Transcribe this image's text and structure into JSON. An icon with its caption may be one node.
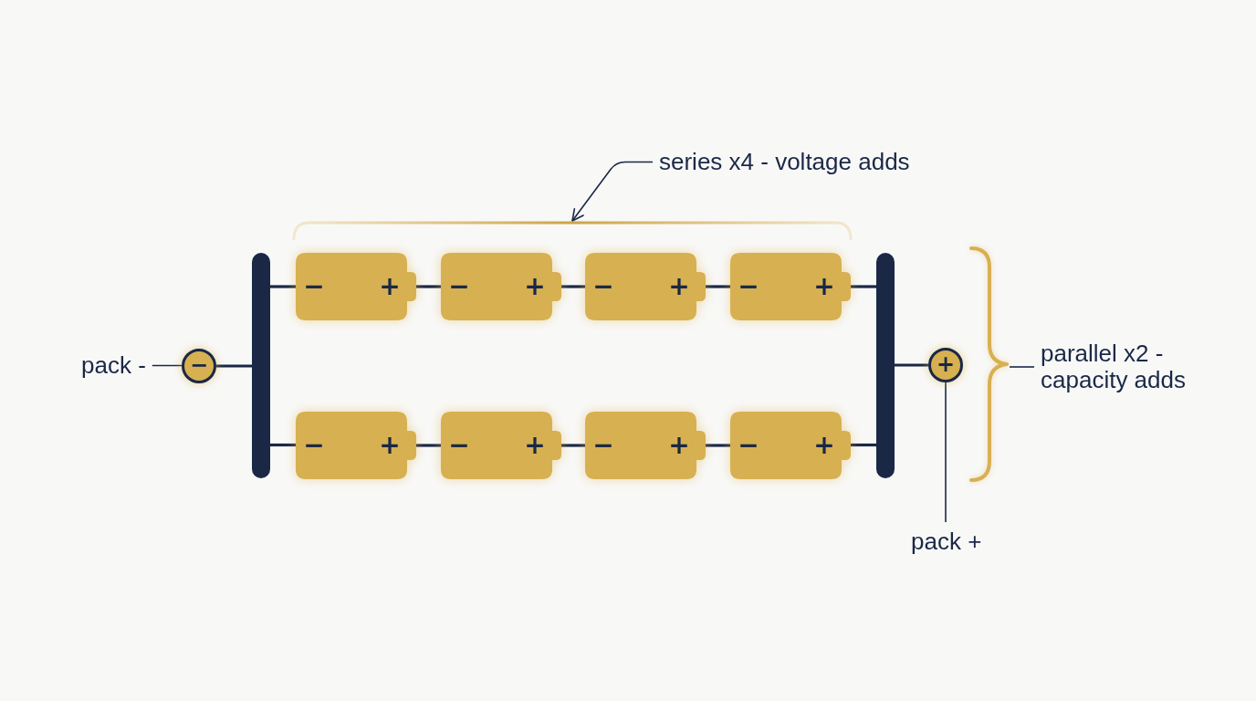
{
  "diagram": {
    "nodes": [
      {
        "text": [
          "series x4 - voltage adds"
        ]
      },
      {
        "text": [],
        "shape": "bracket"
      },
      {
        "text": [],
        "shape": "bar"
      },
      {
        "text": [
          "−",
          "+"
        ]
      },
      {
        "text": [
          "−",
          "+"
        ]
      },
      {
        "text": [
          "−",
          "+"
        ]
      },
      {
        "text": [
          "−",
          "+"
        ]
      },
      {
        "text": [],
        "shape": "bar"
      },
      {
        "text": [
          "pack -"
        ]
      },
      {
        "text": [
          "−"
        ]
      },
      {
        "text": [
          "+"
        ]
      },
      {
        "text": [
          "parallel x2 - capacity adds"
        ]
      },
      {
        "text": [],
        "shape": "brace"
      },
      {
        "text": [
          "−",
          "+"
        ]
      },
      {
        "text": [
          "−",
          "+"
        ]
      },
      {
        "text": [
          "−",
          "+"
        ]
      },
      {
        "text": [
          "−",
          "+"
        ]
      },
      {
        "text": [
          "pack +"
        ]
      }
    ],
    "edges": [
      {
        "from": 0,
        "to": 1,
        "arrow": "to"
      },
      {
        "from": 8,
        "to": 9,
        "arrow": "none"
      },
      {
        "from": 9,
        "to": 2,
        "arrow": "none"
      },
      {
        "from": 2,
        "to": 3,
        "arrow": "none"
      },
      {
        "from": 3,
        "to": 4,
        "arrow": "none"
      },
      {
        "from": 4,
        "to": 5,
        "arrow": "none"
      },
      {
        "from": 5,
        "to": 6,
        "arrow": "none"
      },
      {
        "from": 6,
        "to": 7,
        "arrow": "none"
      },
      {
        "from": 2,
        "to": 13,
        "arrow": "none"
      },
      {
        "from": 13,
        "to": 14,
        "arrow": "none"
      },
      {
        "from": 14,
        "to": 15,
        "arrow": "none"
      },
      {
        "from": 15,
        "to": 16,
        "arrow": "none"
      },
      {
        "from": 16,
        "to": 7,
        "arrow": "none"
      },
      {
        "from": 7,
        "to": 10,
        "arrow": "none"
      },
      {
        "from": 17,
        "to": 10,
        "arrow": "none"
      },
      {
        "from": 11,
        "to": 12,
        "arrow": "none"
      }
    ]
  }
}
